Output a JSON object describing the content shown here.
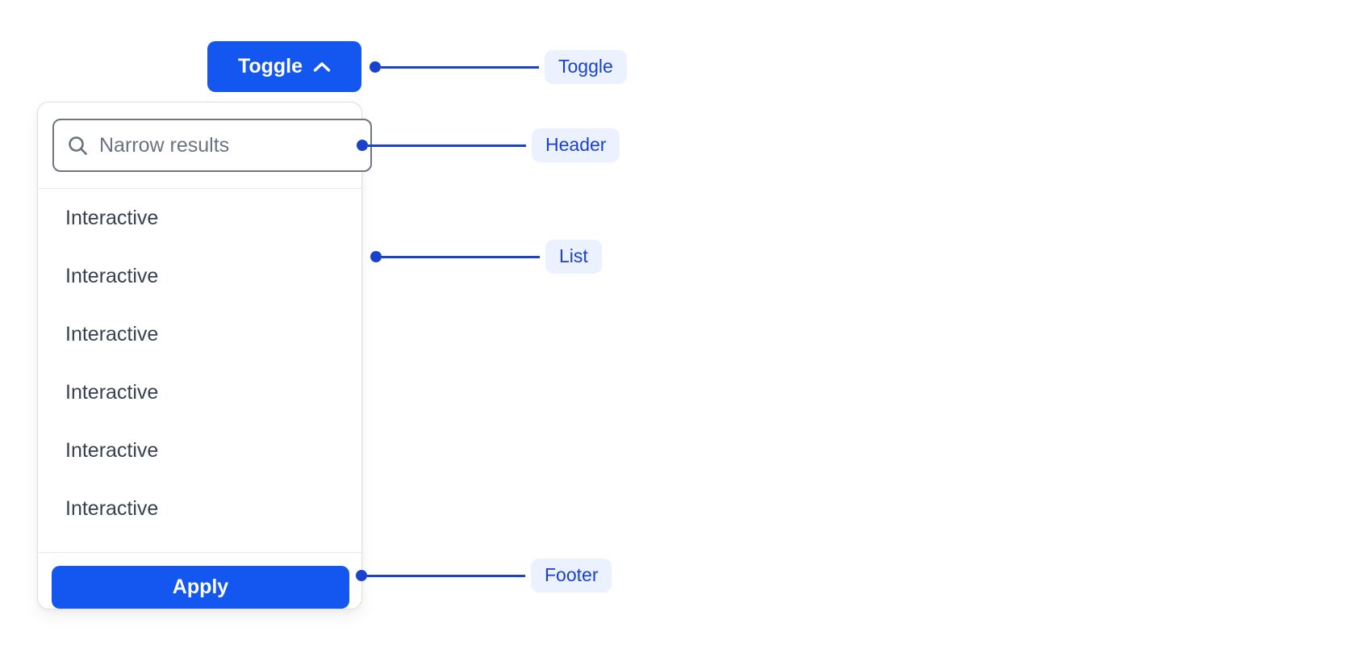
{
  "colors": {
    "primary_blue": "#1456F0",
    "annotation_blue": "#1A43CD",
    "annotation_pill_bg": "#EBF1FE",
    "panel_border": "#DCDEE3",
    "divider": "#E5E7EB",
    "input_border": "#70757F",
    "placeholder_text": "#6B7280",
    "item_text": "#394150",
    "button_text": "#FFFFFF"
  },
  "icons": {
    "toggle_button": "chevron-up-icon",
    "search_field": "search-icon"
  },
  "toggle": {
    "label": "Toggle"
  },
  "dropdown": {
    "search": {
      "placeholder": "Narrow results"
    },
    "items": [
      "Interactive",
      "Interactive",
      "Interactive",
      "Interactive",
      "Interactive",
      "Interactive"
    ],
    "apply_label": "Apply"
  },
  "annotations": [
    {
      "id": "toggle",
      "label": "Toggle"
    },
    {
      "id": "header",
      "label": "Header"
    },
    {
      "id": "list",
      "label": "List"
    },
    {
      "id": "footer",
      "label": "Footer"
    }
  ]
}
